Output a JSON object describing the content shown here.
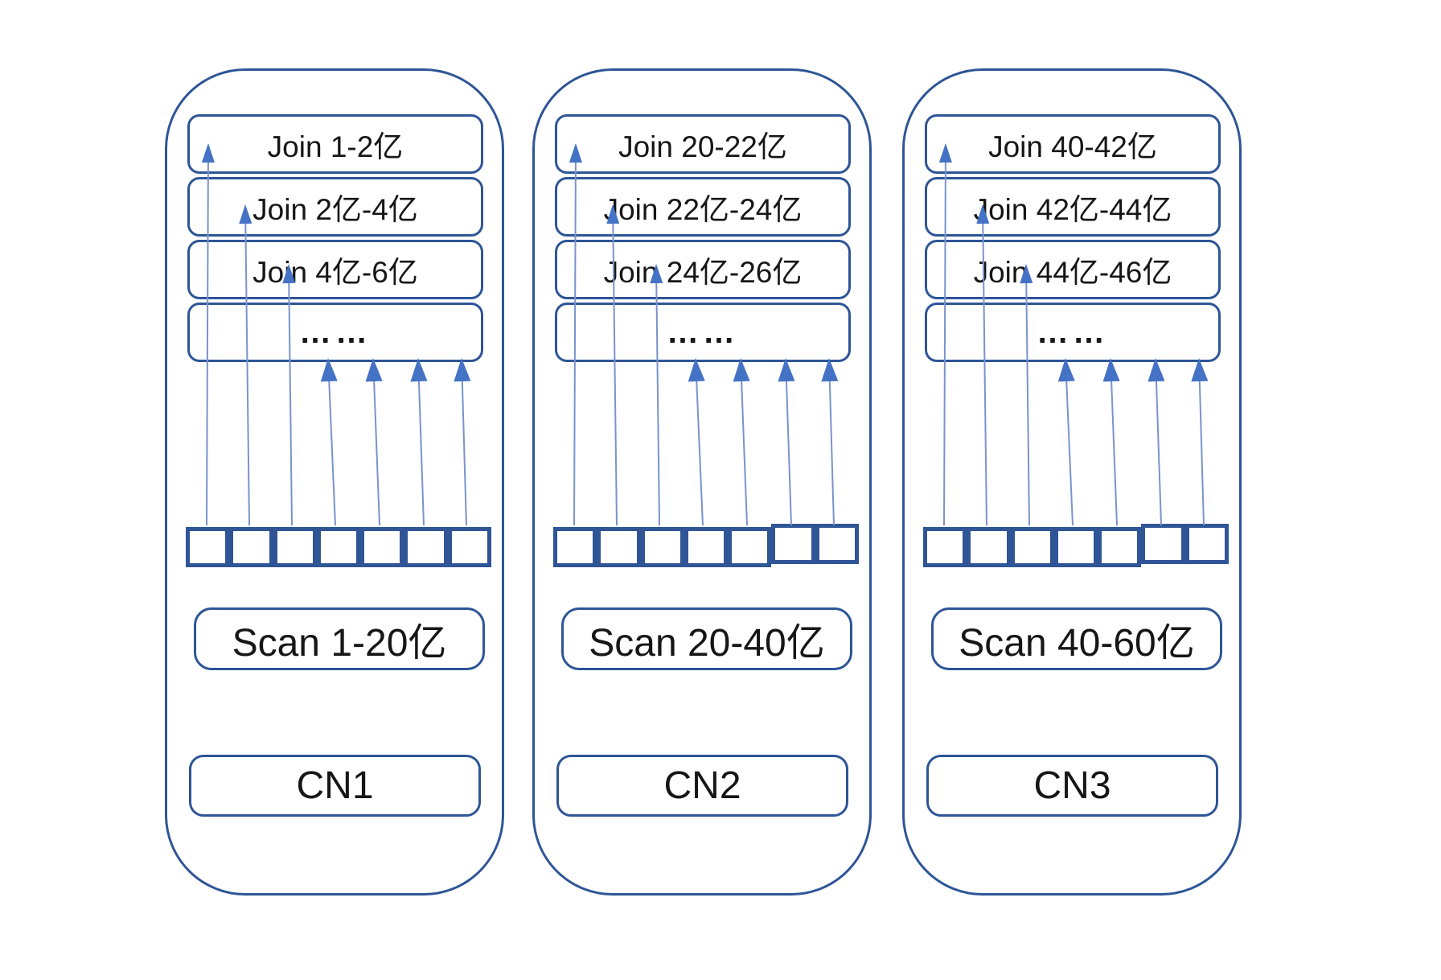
{
  "colors": {
    "node_border": "#2e5596",
    "box_border": "#2e5596",
    "cell_border": "#2f5597",
    "arrow_head": "#4472c4",
    "arrow_line": "#7a93cc",
    "text": "#161616",
    "background": "#ffffff"
  },
  "nodes": [
    {
      "join_boxes": [
        "Join 1-2亿",
        "Join 2亿-4亿",
        "Join 4亿-6亿"
      ],
      "ellipsis": "……",
      "scan_label": "Scan 1-20亿",
      "cn_label": "CN1",
      "bar_cells": 7
    },
    {
      "join_boxes": [
        "Join 20-22亿",
        "Join 22亿-24亿",
        "Join 24亿-26亿"
      ],
      "ellipsis": "……",
      "scan_label": "Scan 20-40亿",
      "cn_label": "CN2",
      "bar_cells": 7
    },
    {
      "join_boxes": [
        "Join 40-42亿",
        "Join 42亿-44亿",
        "Join 44亿-46亿"
      ],
      "ellipsis": "……",
      "scan_label": "Scan 40-60亿",
      "cn_label": "CN3",
      "bar_cells": 7
    }
  ]
}
